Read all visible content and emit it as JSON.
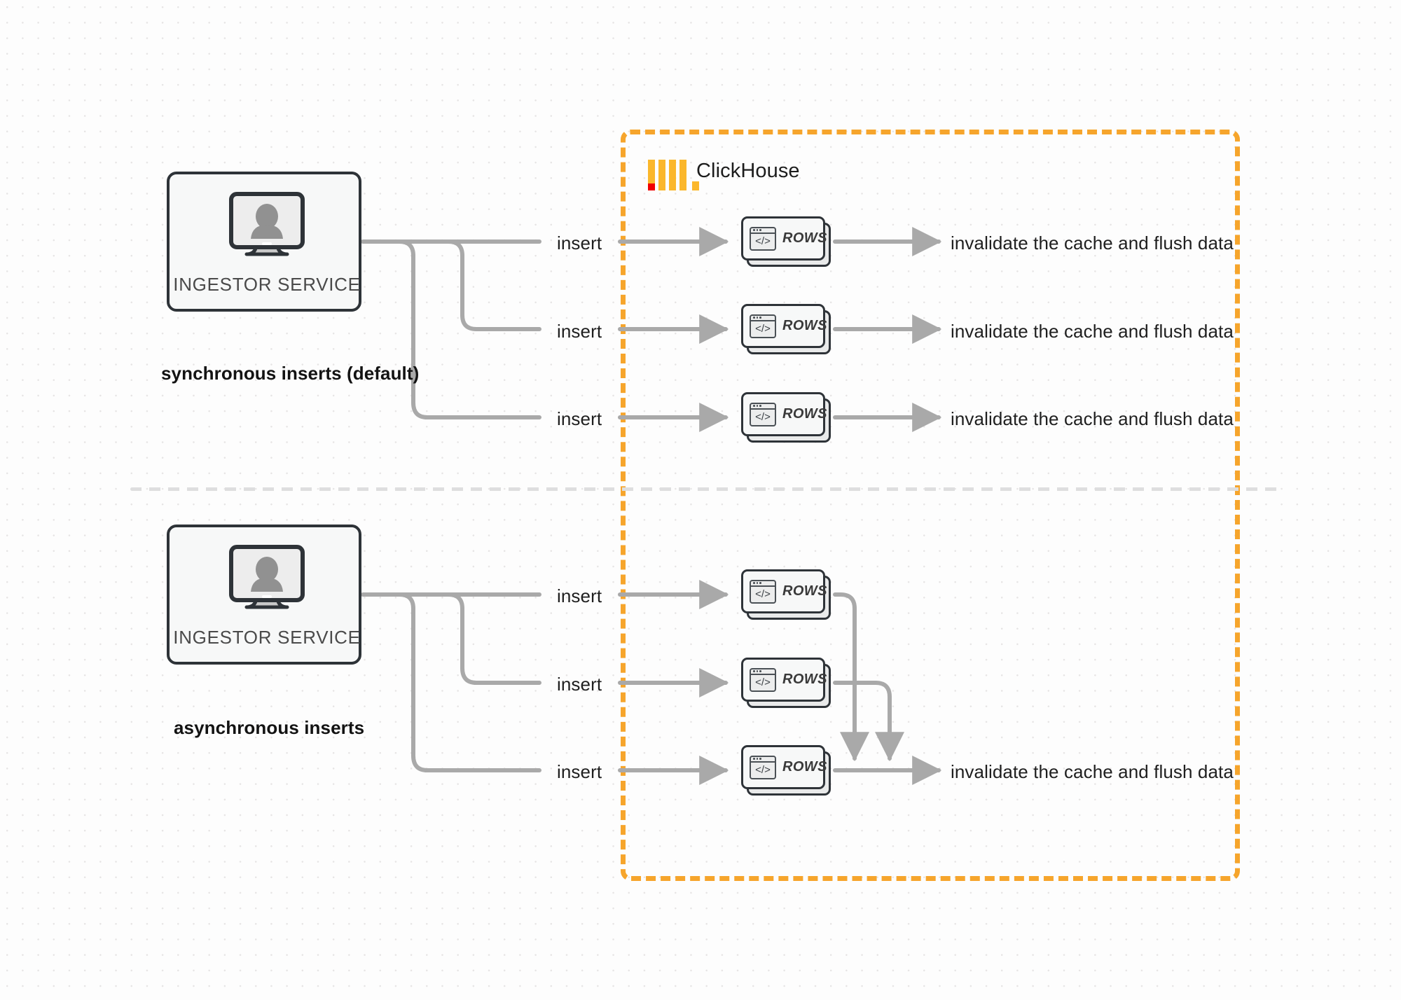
{
  "diagram": {
    "title": "ClickHouse synchronous vs asynchronous inserts",
    "colors": {
      "accent_orange": "#f6a52c",
      "logo_yellow": "#fbb72b",
      "logo_red": "#f10000",
      "arrow_gray": "#a9a9a9",
      "node_border": "#2e3338",
      "background": "#fdfdfd"
    }
  },
  "clickhouse_region": {
    "label": "ClickHouse",
    "logo_name": "clickhouse-logo",
    "border_style": "dashed",
    "border_color": "#f6a52c"
  },
  "sections": [
    {
      "id": "synchronous",
      "mode_label": "synchronous inserts (default)",
      "service": {
        "label": "INGESTOR SERVICE",
        "icon": "monitor-user-icon"
      },
      "rows": [
        {
          "insert_label": "insert",
          "node_label": "ROWS",
          "result_label": "invalidate the cache and flush data"
        },
        {
          "insert_label": "insert",
          "node_label": "ROWS",
          "result_label": "invalidate the cache and flush data"
        },
        {
          "insert_label": "insert",
          "node_label": "ROWS",
          "result_label": "invalidate the cache and flush data"
        }
      ]
    },
    {
      "id": "asynchronous",
      "mode_label": "asynchronous inserts",
      "service": {
        "label": "INGESTOR SERVICE",
        "icon": "monitor-user-icon"
      },
      "rows": [
        {
          "insert_label": "insert",
          "node_label": "ROWS",
          "result_label": ""
        },
        {
          "insert_label": "insert",
          "node_label": "ROWS",
          "result_label": ""
        },
        {
          "insert_label": "insert",
          "node_label": "ROWS",
          "result_label": "invalidate the cache and flush data"
        }
      ],
      "merged_result_label": "invalidate the cache and flush data"
    }
  ],
  "window_icon": {
    "code_glyph": "</>"
  }
}
